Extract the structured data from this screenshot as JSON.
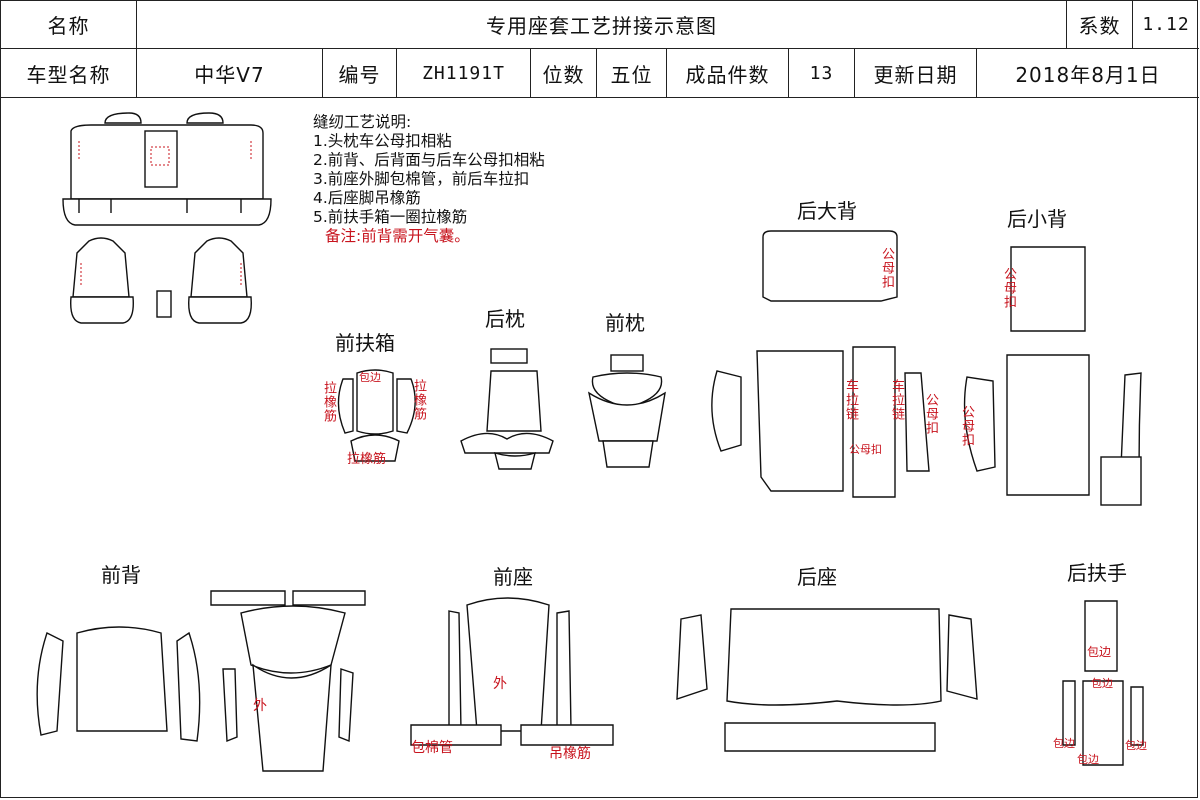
{
  "header": {
    "name_label": "名称",
    "title": "专用座套工艺拼接示意图",
    "coef_label": "系数",
    "coef_value": "1.12",
    "model_label": "车型名称",
    "model_value": "中华V7",
    "code_label": "编号",
    "code_value": "ZH1191T",
    "seats_label": "位数",
    "seats_value": "五位",
    "pieces_label": "成品件数",
    "pieces_value": "13",
    "date_label": "更新日期",
    "date_value": "2018年8月1日"
  },
  "notes": {
    "title": "缝纫工艺说明:",
    "items": [
      "1.头枕车公母扣相粘",
      "2.前背、后背面与后车公母扣相粘",
      "3.前座外脚包棉管，前后车拉扣",
      "4.后座脚吊橡筋",
      "5.前扶手箱一圈拉橡筋"
    ],
    "remark": "备注:前背需开气囊。"
  },
  "sections": {
    "front_armrest": "前扶箱",
    "rear_pillow": "后枕",
    "front_pillow": "前枕",
    "rear_big_back": "后大背",
    "rear_small_back": "后小背",
    "front_back": "前背",
    "front_seat": "前座",
    "rear_seat": "后座",
    "rear_armrest": "后扶手"
  },
  "annotations": {
    "elastic": "拉橡筋",
    "binding": "包边",
    "snap": "公母扣",
    "zipper": "车拉链",
    "outer": "外",
    "cotton_tube": "包棉管",
    "hang_elastic": "吊橡筋"
  },
  "colors": {
    "line": "#111111",
    "annotation": "#c8141e"
  }
}
